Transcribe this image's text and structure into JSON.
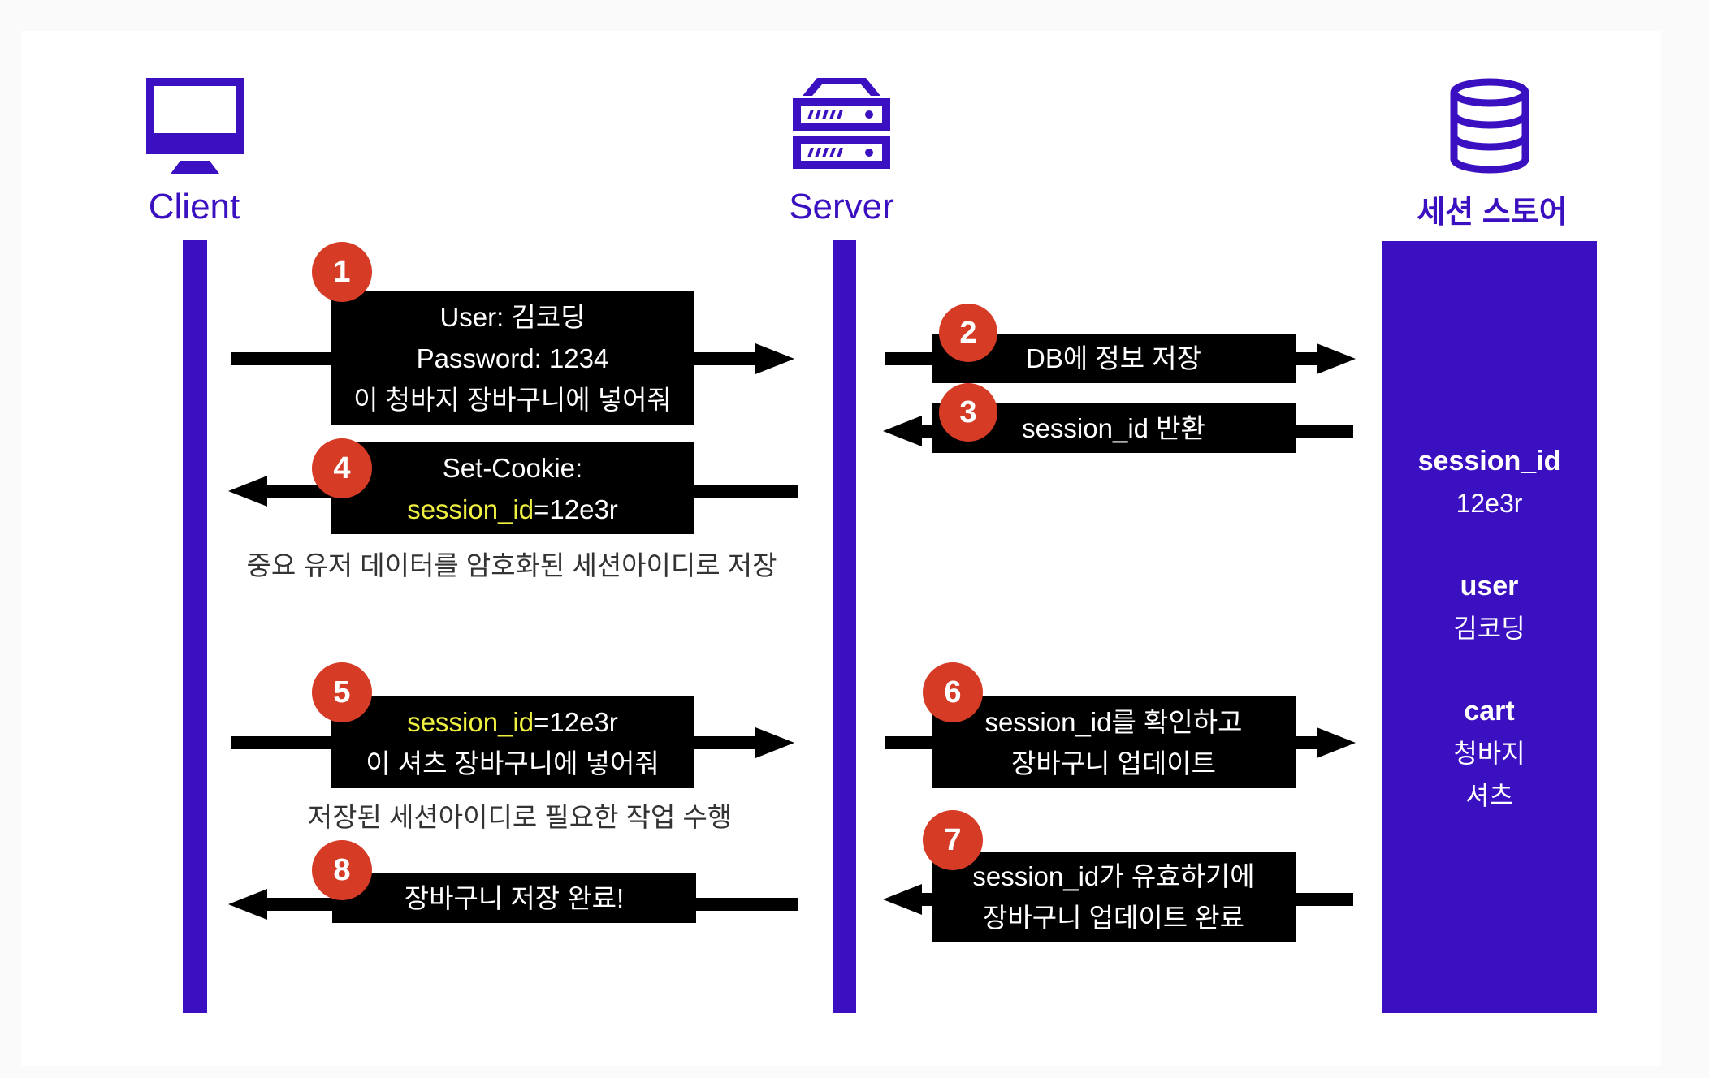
{
  "colors": {
    "actor": "#3b10c0",
    "badge": "#d63b26",
    "highlight": "#f0f040",
    "box": "#000000"
  },
  "actors": {
    "client": {
      "label": "Client",
      "icon": "monitor-icon"
    },
    "server": {
      "label": "Server",
      "icon": "server-icon"
    },
    "store": {
      "label": "세션 스토어",
      "icon": "database-icon"
    }
  },
  "store_contents": [
    {
      "key": "session_id",
      "values": [
        "12e3r"
      ]
    },
    {
      "key": "user",
      "values": [
        "김코딩"
      ]
    },
    {
      "key": "cart",
      "values": [
        "청바지",
        "셔츠"
      ]
    }
  ],
  "messages": [
    {
      "step": "1",
      "from": "client",
      "to": "server",
      "lines": [
        [
          "User: 김코딩"
        ],
        [
          "Password: 1234"
        ],
        [
          "이 청바지 장바구니에 넣어줘"
        ]
      ]
    },
    {
      "step": "2",
      "from": "server",
      "to": "store",
      "lines": [
        [
          "DB에 정보 저장"
        ]
      ]
    },
    {
      "step": "3",
      "from": "store",
      "to": "server",
      "lines": [
        [
          "session_id 반환"
        ]
      ]
    },
    {
      "step": "4",
      "from": "server",
      "to": "client",
      "line1": "Set-Cookie:",
      "hl": "session_id",
      "rest": "=12e3r",
      "caption": "중요 유저 데이터를 암호화된 세션아이디로 저장"
    },
    {
      "step": "5",
      "from": "client",
      "to": "server",
      "hl": "session_id",
      "rest": "=12e3r",
      "line2": "이 셔츠 장바구니에 넣어줘",
      "caption": "저장된 세션아이디로 필요한 작업 수행"
    },
    {
      "step": "6",
      "from": "server",
      "to": "store",
      "line1": "session_id를 확인하고",
      "line2": "장바구니 업데이트"
    },
    {
      "step": "7",
      "from": "store",
      "to": "server",
      "line1": "session_id가 유효하기에",
      "line2": "장바구니 업데이트 완료"
    },
    {
      "step": "8",
      "from": "server",
      "to": "client",
      "line1": "장바구니 저장 완료!"
    }
  ]
}
